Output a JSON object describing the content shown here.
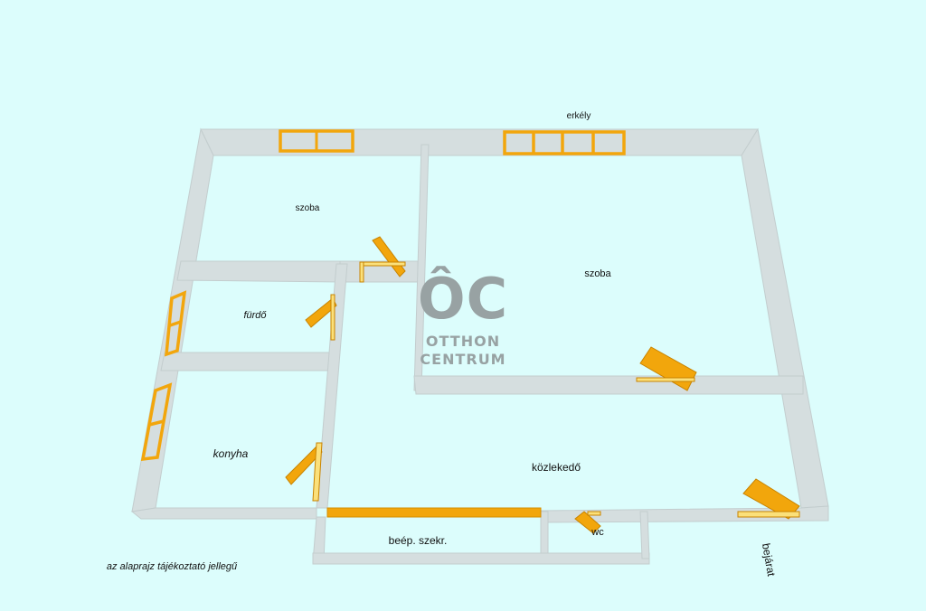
{
  "rooms": {
    "szoba_top_left": "szoba",
    "szoba_right": "szoba",
    "erkely": "erkély",
    "furdo": "fürdő",
    "konyha": "konyha",
    "kozlekedo": "közlekedő",
    "beep_szekr": "beép. szekr.",
    "wc": "wc",
    "bejarat": "bejárat"
  },
  "disclaimer": "az alaprajz tájékoztató jellegű",
  "logo": {
    "mark": "ÔC",
    "line1": "OTTHON",
    "line2": "CENTRUM"
  },
  "colors": {
    "background": "#dcfdfc",
    "wall": "#d5dedf",
    "wall_dark": "#b8c4c5",
    "door_window": "#f2a60c",
    "logo": "#98a2a3"
  }
}
